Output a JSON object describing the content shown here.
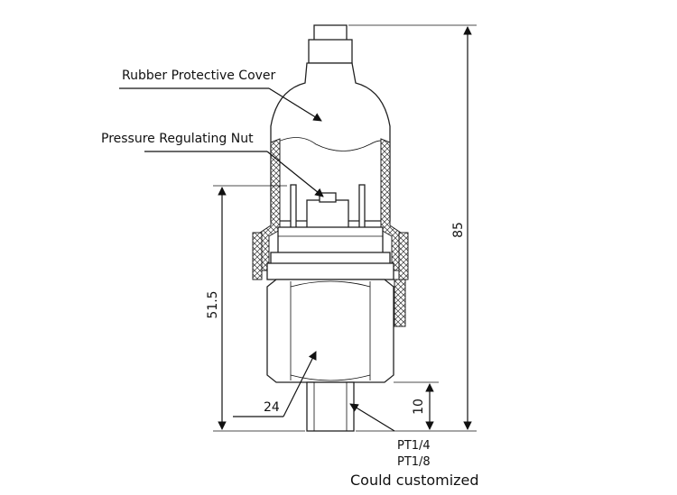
{
  "callouts": {
    "cover": "Rubber Protective Cover",
    "nut": "Pressure Regulating Nut"
  },
  "dimensions": {
    "total_height": "85",
    "body_height": "51.5",
    "thread_length": "10",
    "hex_size": "24"
  },
  "thread": {
    "option_1": "PT1/4",
    "option_2": "PT1/8",
    "note": "Could customized"
  }
}
